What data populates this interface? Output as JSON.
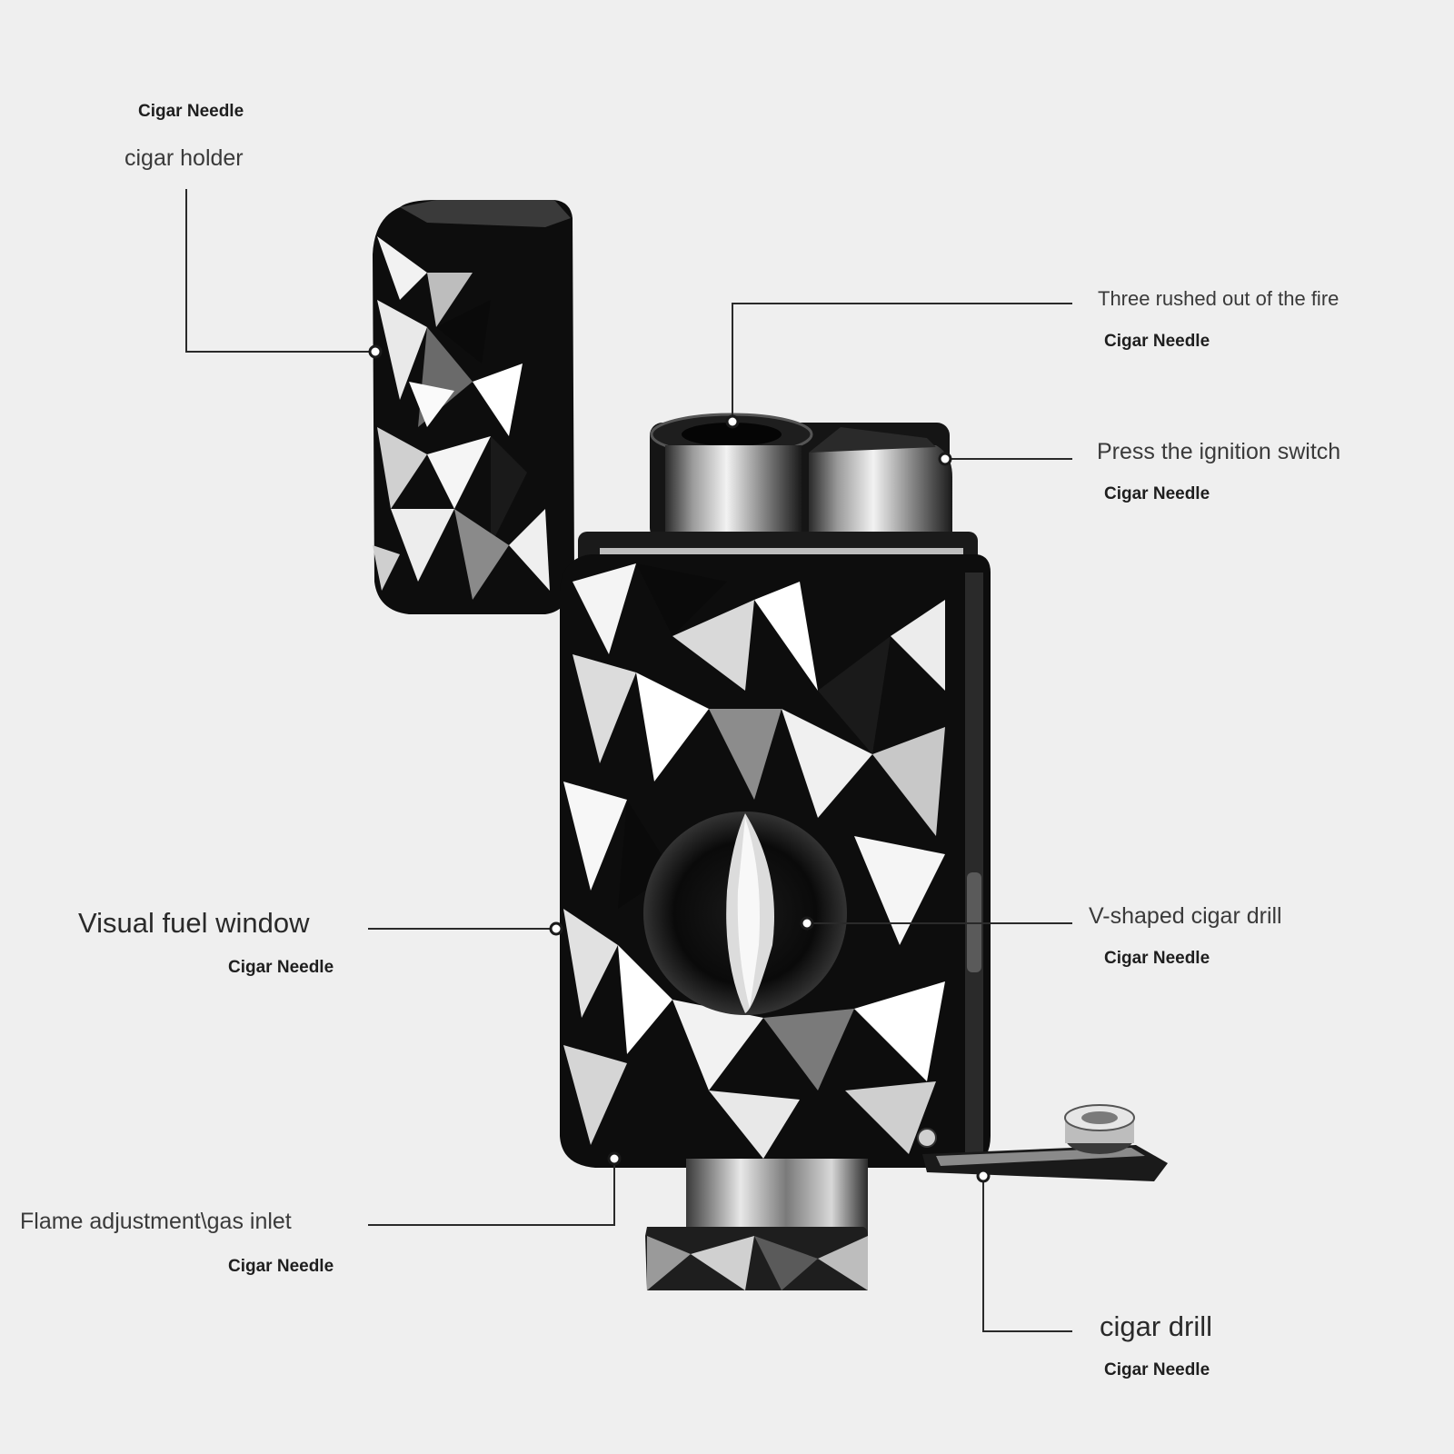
{
  "palette": {
    "background": "#efefef",
    "body": "#0d0d0d",
    "facet_light": "#f4f4f4",
    "facet_mid": "#8a8a8a",
    "chrome": "#c8c8c8"
  },
  "labels": {
    "cigar_holder": {
      "title": "cigar holder",
      "subtitle": "Cigar Needle"
    },
    "three_flames": {
      "title": "Three rushed out of the fire",
      "subtitle": "Cigar Needle"
    },
    "ignition": {
      "title": "Press the ignition switch",
      "subtitle": "Cigar Needle"
    },
    "fuel_window": {
      "title": "Visual fuel window",
      "subtitle": "Cigar Needle"
    },
    "v_drill": {
      "title": "V-shaped cigar drill",
      "subtitle": "Cigar Needle"
    },
    "flame_adjust": {
      "title": "Flame adjustment\\gas inlet",
      "subtitle": "Cigar Needle"
    },
    "cigar_drill": {
      "title": "cigar drill",
      "subtitle": "Cigar Needle"
    }
  }
}
